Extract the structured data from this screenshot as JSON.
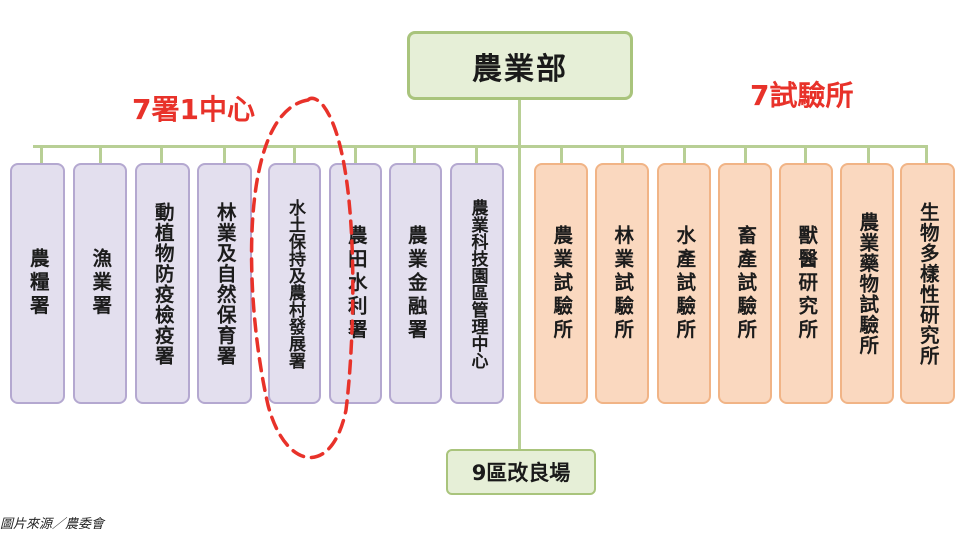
{
  "root": {
    "label": "農業部"
  },
  "groups": {
    "left": {
      "label": "7署1中心"
    },
    "right": {
      "label": "7試驗所"
    }
  },
  "departments": [
    {
      "id": "d1",
      "label": "農糧署"
    },
    {
      "id": "d2",
      "label": "漁業署"
    },
    {
      "id": "d3",
      "label": "動植物防疫檢疫署"
    },
    {
      "id": "d4",
      "label": "林業及自然保育署"
    },
    {
      "id": "d5",
      "label": "水土保持及農村發展署"
    },
    {
      "id": "d6",
      "label": "農田水利署"
    },
    {
      "id": "d7",
      "label": "農業金融署"
    },
    {
      "id": "d8",
      "label": "農業科技園區管理中心"
    }
  ],
  "institutes": [
    {
      "id": "i1",
      "label": "農業試驗所"
    },
    {
      "id": "i2",
      "label": "林業試驗所"
    },
    {
      "id": "i3",
      "label": "水產試驗所"
    },
    {
      "id": "i4",
      "label": "畜產試驗所"
    },
    {
      "id": "i5",
      "label": "獸醫研究所"
    },
    {
      "id": "i6",
      "label": "農業藥物試驗所"
    },
    {
      "id": "i7",
      "label": "生物多樣性研究所"
    }
  ],
  "bottom": {
    "label": "9區改良場"
  },
  "caption": "圖片來源／農委會",
  "colors": {
    "connector": "#b8cf95",
    "highlight": "#e8322a",
    "department_fill": "#e3dfee",
    "institute_fill": "#fad8bf",
    "root_fill": "#e6efd7"
  }
}
